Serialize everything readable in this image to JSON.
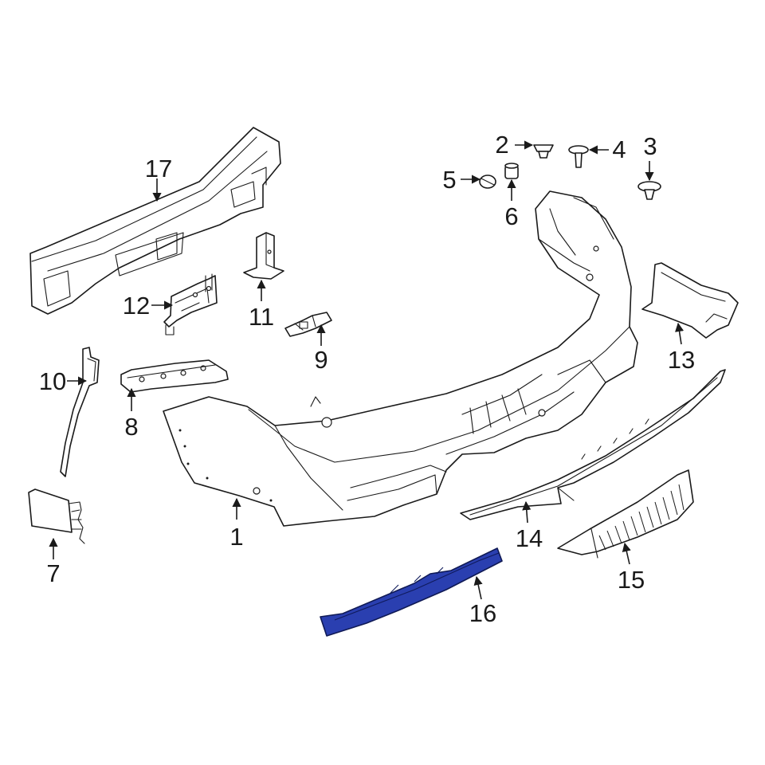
{
  "diagram": {
    "callouts": [
      {
        "id": "1",
        "label": "1"
      },
      {
        "id": "2",
        "label": "2"
      },
      {
        "id": "3",
        "label": "3"
      },
      {
        "id": "4",
        "label": "4"
      },
      {
        "id": "5",
        "label": "5"
      },
      {
        "id": "6",
        "label": "6"
      },
      {
        "id": "7",
        "label": "7"
      },
      {
        "id": "8",
        "label": "8"
      },
      {
        "id": "9",
        "label": "9"
      },
      {
        "id": "10",
        "label": "10"
      },
      {
        "id": "11",
        "label": "11"
      },
      {
        "id": "12",
        "label": "12"
      },
      {
        "id": "13",
        "label": "13"
      },
      {
        "id": "14",
        "label": "14"
      },
      {
        "id": "15",
        "label": "15"
      },
      {
        "id": "16",
        "label": "16"
      },
      {
        "id": "17",
        "label": "17"
      }
    ],
    "highlighted_part": "16",
    "colors": {
      "highlight": "#2a3fb0",
      "line": "#1a1a1a",
      "background": "#ffffff"
    }
  }
}
